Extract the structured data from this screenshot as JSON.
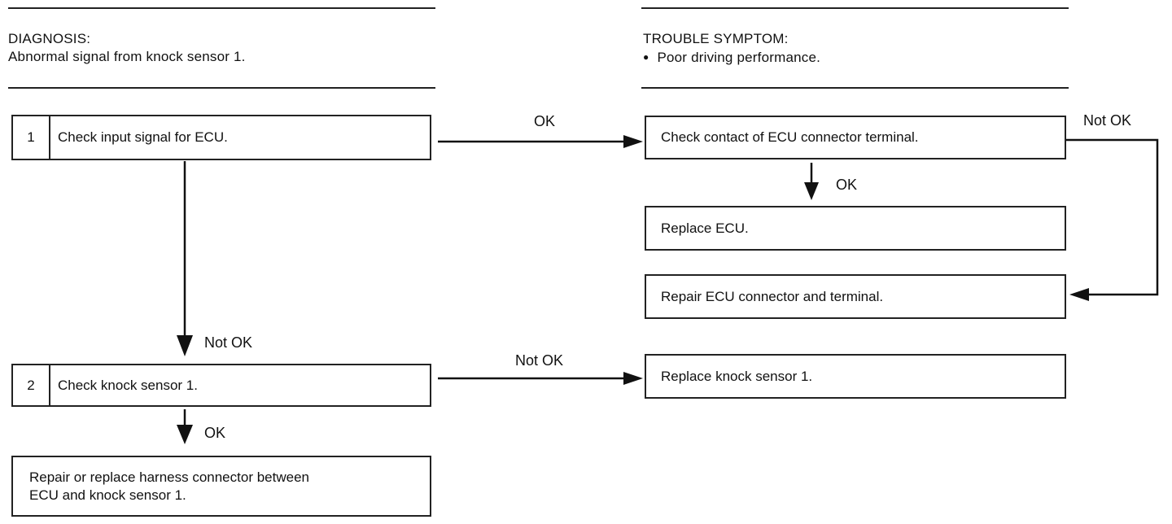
{
  "diagnosis": {
    "heading": "DIAGNOSIS:",
    "text": "Abnormal signal from knock sensor 1."
  },
  "trouble_symptom": {
    "heading": "TROUBLE SYMPTOM:",
    "bullet": "●",
    "text": "Poor driving performance."
  },
  "steps": [
    {
      "number": "1",
      "text": "Check input signal for ECU."
    },
    {
      "number": "2",
      "text": "Check knock sensor 1."
    }
  ],
  "boxes": {
    "check_contact": "Check contact of ECU connector terminal.",
    "replace_ecu": "Replace ECU.",
    "repair_connector": "Repair ECU connector and terminal.",
    "replace_sensor": "Replace knock sensor 1.",
    "repair_harness_line1": "Repair or replace harness connector between",
    "repair_harness_line2": "ECU and knock sensor 1."
  },
  "labels": {
    "ok_step1": "OK",
    "not_ok_contact": "Not OK",
    "ok_contact": "OK",
    "not_ok_step1": "Not OK",
    "not_ok_step2": "Not OK",
    "ok_step2": "OK"
  }
}
